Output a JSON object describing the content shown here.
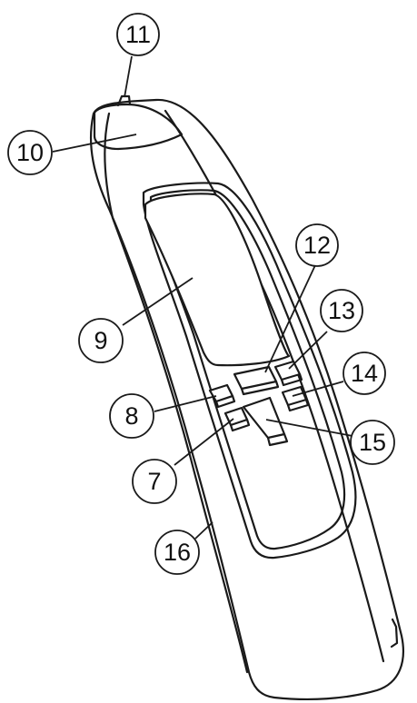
{
  "colors": {
    "line": "#1a1a1a",
    "body_fill": "#ffffff",
    "background": "#ffffff"
  },
  "callouts": [
    {
      "id": "c11",
      "label": "11"
    },
    {
      "id": "c10",
      "label": "10"
    },
    {
      "id": "c12",
      "label": "12"
    },
    {
      "id": "c13",
      "label": "13"
    },
    {
      "id": "c9",
      "label": "9"
    },
    {
      "id": "c14",
      "label": "14"
    },
    {
      "id": "c8",
      "label": "8"
    },
    {
      "id": "c15",
      "label": "15"
    },
    {
      "id": "c7",
      "label": "7"
    },
    {
      "id": "c16",
      "label": "16"
    }
  ]
}
